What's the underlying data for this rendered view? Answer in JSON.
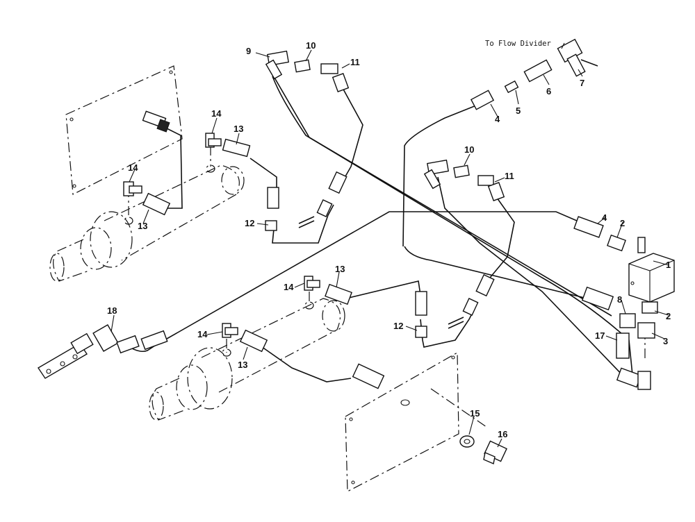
{
  "note_flow_divider": "To Flow Divider",
  "callouts": {
    "c1": "1",
    "c2a": "2",
    "c2b": "2",
    "c3": "3",
    "c4a": "4",
    "c4b": "4",
    "c5": "5",
    "c6": "6",
    "c7": "7",
    "c8": "8",
    "c9": "9",
    "c10a": "10",
    "c10b": "10",
    "c11a": "11",
    "c11b": "11",
    "c12a": "12",
    "c12b": "12",
    "c13a": "13",
    "c13b": "13",
    "c13c": "13",
    "c13d": "13",
    "c14a": "14",
    "c14b": "14",
    "c14c": "14",
    "c14d": "14",
    "c15": "15",
    "c16": "16",
    "c17": "17",
    "c18": "18"
  }
}
